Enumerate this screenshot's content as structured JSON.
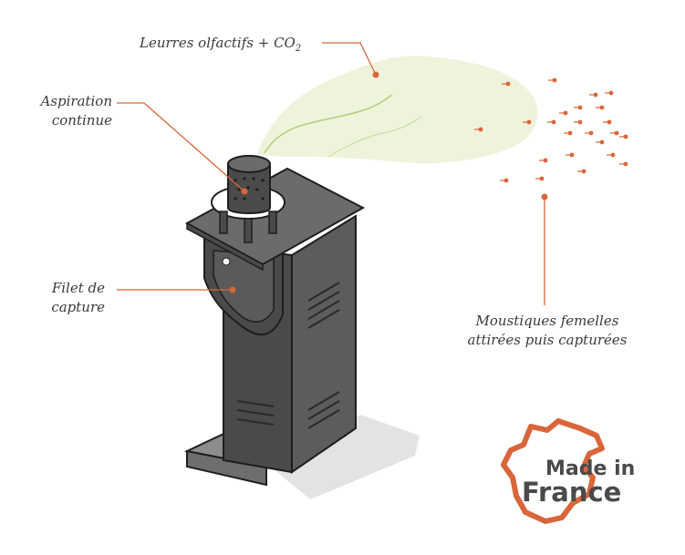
{
  "labels": {
    "lures": "Leurres olfactifs + CO",
    "lures_sub": "2",
    "aspiration_line1": "Aspiration",
    "aspiration_line2": "continue",
    "net_line1": "Filet de",
    "net_line2": "capture",
    "mosquitoes_line1": "Moustiques femelles",
    "mosquitoes_line2": "attirées puis capturées"
  },
  "badge": {
    "line1": "Made in",
    "line2": "France"
  },
  "colors": {
    "accent": "#d9663a",
    "scent_cloud": "#eef4dc",
    "device_dark": "#4a4a4a",
    "device_mid": "#6b6b6b",
    "device_light": "#8c8c8c",
    "outline": "#1e1e1e"
  }
}
